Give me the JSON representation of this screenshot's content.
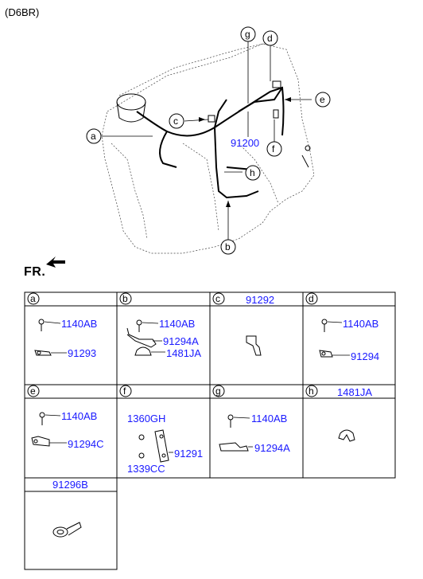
{
  "variant": "(D6BR)",
  "front_label": "FR.",
  "main_part_number": "91200",
  "callouts": [
    "a",
    "b",
    "c",
    "d",
    "e",
    "f",
    "g",
    "h"
  ],
  "grid": [
    {
      "letter": "a",
      "header_part": "",
      "parts": [
        "1140AB",
        "91293"
      ]
    },
    {
      "letter": "b",
      "header_part": "",
      "parts": [
        "1140AB",
        "91294A",
        "1481JA"
      ]
    },
    {
      "letter": "c",
      "header_part": "91292",
      "parts": []
    },
    {
      "letter": "d",
      "header_part": "",
      "parts": [
        "1140AB",
        "91294"
      ]
    },
    {
      "letter": "e",
      "header_part": "",
      "parts": [
        "1140AB",
        "91294C"
      ]
    },
    {
      "letter": "f",
      "header_part": "",
      "parts": [
        "1360GH",
        "91291",
        "1339CC"
      ]
    },
    {
      "letter": "g",
      "header_part": "",
      "parts": [
        "1140AB",
        "91294A"
      ]
    },
    {
      "letter": "h",
      "header_part": "1481JA",
      "parts": []
    },
    {
      "letter": "",
      "header_part": "91296B",
      "parts": []
    }
  ]
}
